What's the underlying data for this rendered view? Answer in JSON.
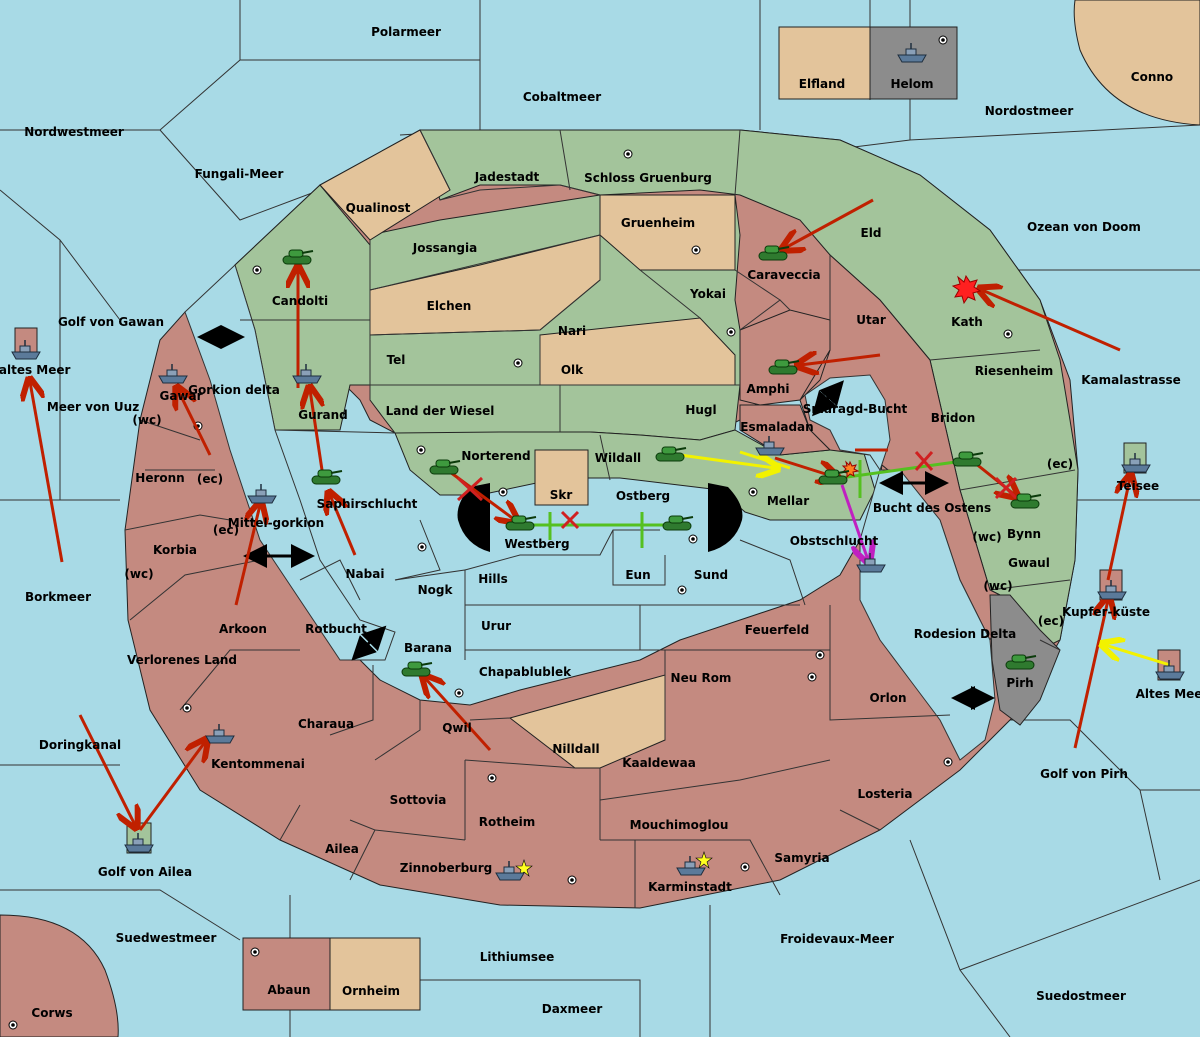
{
  "labels": {
    "polarmeer": "Polarmeer",
    "elfland": "Elfland",
    "helom": "Helom",
    "conno": "Conno",
    "nordwestmeer": "Nordwestmeer",
    "cobaltmeer": "Cobaltmeer",
    "nordostmeer": "Nordostmeer",
    "fungali": "Fungali-Meer",
    "jadestadt": "Jadestadt",
    "schloss": "Schloss Gruenburg",
    "qualinost": "Qualinost",
    "gruenheim": "Gruenheim",
    "eld": "Eld",
    "ozean": "Ozean von Doom",
    "jossangia": "Jossangia",
    "caraveccia": "Caraveccia",
    "candolti": "Candolti",
    "elchen": "Elchen",
    "yokai": "Yokai",
    "utar": "Utar",
    "kath": "Kath",
    "golf_gawan": "Golf von Gawan",
    "kaltes_meer": "Kaltes Meer",
    "nari": "Nari",
    "tel": "Tel",
    "olk": "Olk",
    "amphi": "Amphi",
    "riesenheim": "Riesenheim",
    "kamalastrasse": "Kamalastrasse",
    "gawar": "Gawar",
    "gorkion_delta": "Gorkion delta",
    "meer_uuz": "Meer von Uuz",
    "gurand": "Gurand",
    "land_wiesel": "Land der Wiesel",
    "hugl": "Hugl",
    "smaragd": "Smaragd-Bucht",
    "bridon": "Bridon",
    "esmaladan": "Esmaladan",
    "wc": "(wc)",
    "ec": "(ec)",
    "norterend": "Norterend",
    "wildall": "Wildall",
    "heronn": "Heronn",
    "teisee": "Teisee",
    "skr": "Skr",
    "ostberg": "Ostberg",
    "mellar": "Mellar",
    "saphirschlucht": "Saphirschlucht",
    "mittelgorkion": "Mittel-gorkion",
    "bucht_ostens": "Bucht des Ostens",
    "bynn": "Bynn",
    "westberg": "Westberg",
    "obstschlucht": "Obstschlucht",
    "korbia": "Korbia",
    "gwaul": "Gwaul",
    "nabai": "Nabai",
    "hills": "Hills",
    "eun": "Eun",
    "sund": "Sund",
    "borkmeer": "Borkmeer",
    "nogk": "Nogk",
    "kupferkueste": "Kupfer-küste",
    "arkoon": "Arkoon",
    "rotbucht": "Rotbucht",
    "urur": "Urur",
    "feuerfeld": "Feuerfeld",
    "rodesion": "Rodesion Delta",
    "verlorenes": "Verlorenes Land",
    "barana": "Barana",
    "chapablublek": "Chapablublek",
    "neu_rom": "Neu Rom",
    "pirh": "Pirh",
    "altes_meer": "Altes Meer",
    "orlon": "Orlon",
    "charaua": "Charaua",
    "qwil": "Qwil",
    "doringkanal": "Doringkanal",
    "nilldall": "Nilldall",
    "kentommenai": "Kentommenai",
    "kaaldewaa": "Kaaldewaa",
    "golf_pirh": "Golf von Pirh",
    "losteria": "Losteria",
    "sottovia": "Sottovia",
    "rotheim": "Rotheim",
    "mouchimoglou": "Mouchimoglou",
    "ailea": "Ailea",
    "samyria": "Samyria",
    "golf_ailea": "Golf von Ailea",
    "zinnoberburg": "Zinnoberburg",
    "karminstadt": "Karminstadt",
    "suedwestmeer": "Suedwestmeer",
    "froidevaux": "Froidevaux-Meer",
    "lithiumsee": "Lithiumsee",
    "abaun": "Abaun",
    "ornheim": "Ornheim",
    "suedostmeer": "Suedostmeer",
    "corws": "Corws",
    "daxmeer": "Daxmeer"
  },
  "colors": {
    "green_territory": "#a3c49b",
    "red_territory": "#c48a80",
    "tan_territory": "#e3c49b",
    "grey_territory": "#8c8c8c",
    "sea": "#a8dae6",
    "attack_arrow": "#c02000",
    "support_arrow": "#f2f200",
    "move_arrow": "#55c020",
    "retreat_arrow": "#c020c0"
  },
  "icons": {
    "tank": "tank-icon",
    "ship": "ship-icon",
    "supply_center": "supply-center-icon",
    "star": "star-icon",
    "explosion": "explosion-icon",
    "fail_mark": "cross-mark-icon"
  }
}
